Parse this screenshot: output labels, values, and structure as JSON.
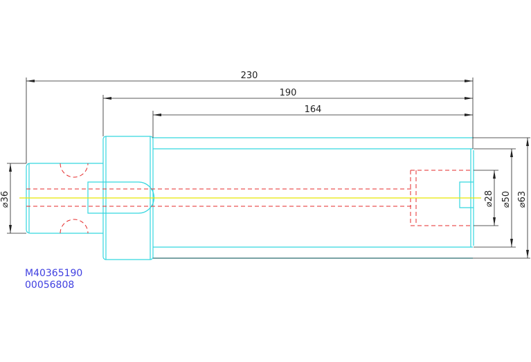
{
  "drawing": {
    "part_number": "M40365190",
    "drawing_number": "00056808",
    "dimensions": {
      "length_overall": "230",
      "length_190": "190",
      "length_164": "164",
      "dia_36": "⌀36",
      "dia_28": "⌀28",
      "dia_50": "⌀50",
      "dia_63": "⌀63"
    },
    "colors": {
      "part_outline": "#33d6df",
      "hidden_lines": "#e52a2a",
      "centerline": "#e8e800",
      "dimension_lines": "#222222",
      "notes_text": "#3f3fe0"
    }
  }
}
